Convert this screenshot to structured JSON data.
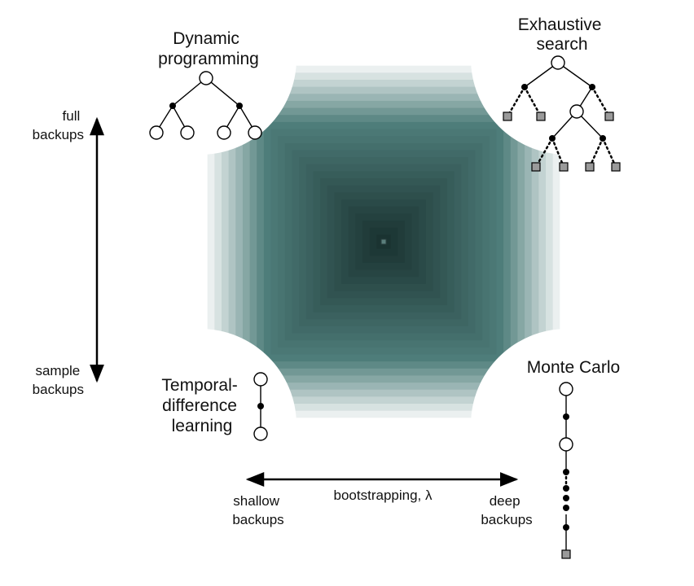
{
  "corners": {
    "dynamic_programming": {
      "lines": [
        "Dynamic",
        "programming"
      ]
    },
    "exhaustive_search": {
      "lines": [
        "Exhaustive",
        "search"
      ]
    },
    "temporal_difference": {
      "lines": [
        "Temporal-",
        "difference",
        "learning"
      ]
    },
    "monte_carlo": {
      "lines": [
        "Monte Carlo"
      ]
    }
  },
  "vertical_axis": {
    "top_lines": [
      "full",
      "backups"
    ],
    "bottom_lines": [
      "sample",
      "backups"
    ]
  },
  "horizontal_axis": {
    "label": "bootstrapping, λ",
    "left_lines": [
      "shallow",
      "backups"
    ],
    "right_lines": [
      "deep",
      "backups"
    ]
  },
  "colors": {
    "gradient_dark": "#1a3331",
    "gradient_light": "#ffffff",
    "gradient_mid": "#4f7e7b",
    "line": "#000000",
    "node_open": "#ffffff",
    "node_filled": "#000000",
    "node_terminal": "#9a9a9a"
  }
}
